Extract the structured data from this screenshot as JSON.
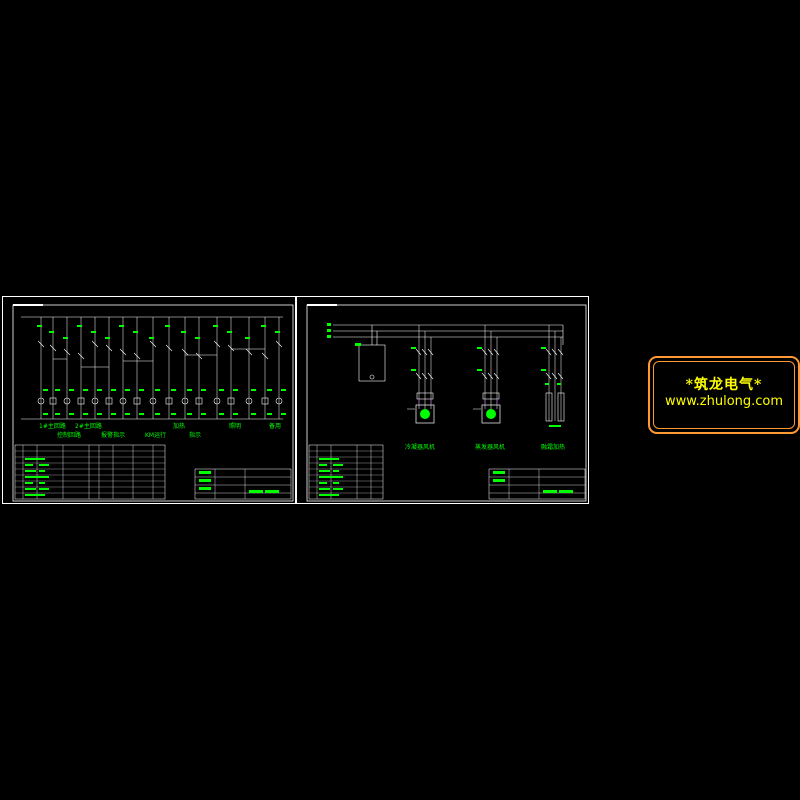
{
  "colors": {
    "background": "#000000",
    "frame": "#ffffff",
    "symbol": "#00ff00",
    "dashed": "#cc33ff",
    "logo_border": "#ff9933",
    "logo_text": "#ffff00"
  },
  "left_sheet": {
    "captions": [
      "1#主回路",
      "2#主回路",
      "加热",
      "照明",
      "备用"
    ],
    "captions_row2": [
      "控制回路",
      "报警指示",
      "KM运行",
      "指示"
    ]
  },
  "right_sheet": {
    "captions": [
      "冷凝器风机",
      "蒸发器风机",
      "融霜加热"
    ]
  },
  "watermark": {
    "brand": "*筑龙电气*",
    "url": "www.zhulong.com"
  }
}
